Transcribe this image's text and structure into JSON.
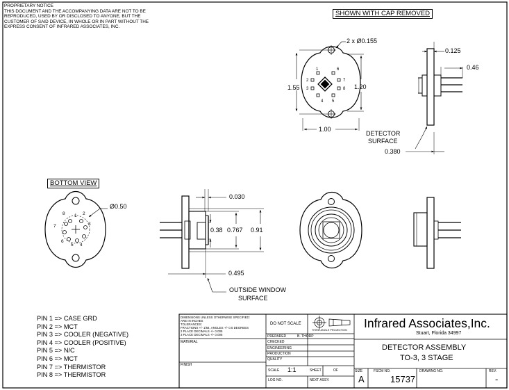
{
  "notice": {
    "title": "PROPRIETARY NOTICE",
    "lines": [
      "THIS DOCUMENT AND THE ACCOMPANYING DATA ARE NOT TO BE",
      "REPRODUCED, USED BY OR DISCLOSED TO ANYONE, BUT THE",
      "CUSTOMER OF SAID DEVICE, IN WHOLE OR IN PART WITHOUT THE",
      "EXPRESS CONSENT OF INFRARED ASSOCIATES, INC."
    ]
  },
  "views": {
    "cap_removed": "SHOWN WITH CAP REMOVED",
    "bottom": "BOTTOM VIEW"
  },
  "dims": {
    "holes": "2 x Ø0.155",
    "height": "1.55",
    "pin_span": "1.20",
    "width": "1.00",
    "cap_thk": "0.125",
    "pin_len": "0.46",
    "detector_surface_l1": "DETECTOR",
    "detector_surface_l2": "SURFACE",
    "det_dist": "0.380",
    "pin_circle": "Ø0.50",
    "window_offset": "0.030",
    "d_038": "0.38",
    "d_0767": "0.767",
    "d_091": "0.91",
    "d_0495": "0.495",
    "window_l1": "OUTSIDE WINDOW",
    "window_l2": "SURFACE"
  },
  "pin_numbers": [
    "1",
    "2",
    "3",
    "4",
    "5",
    "6",
    "7",
    "8"
  ],
  "pins": [
    "PIN 1 => CASE GRD",
    "PIN 2 => MCT",
    "PIN 3 => COOLER (NEGATIVE)",
    "PIN 4 => COOLER (POSITIVE)",
    "PIN 5 => N/C",
    "PIN 6 => MCT",
    "PIN 7 => THERMISTOR",
    "PIN 8 => THERMISTOR"
  ],
  "title_block": {
    "tolerances": [
      "DIMENSIONS UNLESS OTHERWISE SPECIFIED:",
      "ARE IN INCHES",
      "TOLERANCES:",
      "FRACTIONS +/- 1/64, ANGLES +/- 0.5 DEGREES",
      "2 PLACE DECIMALS +/- 0.005",
      "3 PLACE DECIMALS +/- 0.005"
    ],
    "do_not_scale": "DO NOT SCALE",
    "projection": "THIRD ANGLE PROJECTION",
    "company": "Infrared Associates,Inc.",
    "location": "Stuart, Florida 34997",
    "material": "MATERIAL",
    "finish": "FINISH",
    "roles": [
      "PREPARED",
      "CHECKED",
      "ENGINEERING",
      "PRODUCTION",
      "QUALITY"
    ],
    "prepared_by": "B. THORP",
    "title_l1": "DETECTOR ASSEMBLY",
    "title_l2": "TO-3,  3 STAGE",
    "scale_label": "SCALE",
    "scale_value": "1:1",
    "sheet_label": "SHEET",
    "sheet_of": "OF",
    "log_no": "LOG NO.",
    "next_assy": "NEXT ASSY.",
    "size_label": "SIZE",
    "size_value": "A",
    "fscm_label": "FSCM NO.",
    "fscm_value": "15737",
    "drawing_no": "DRAWING NO.",
    "rev_label": "REV.",
    "rev_value": "-"
  }
}
